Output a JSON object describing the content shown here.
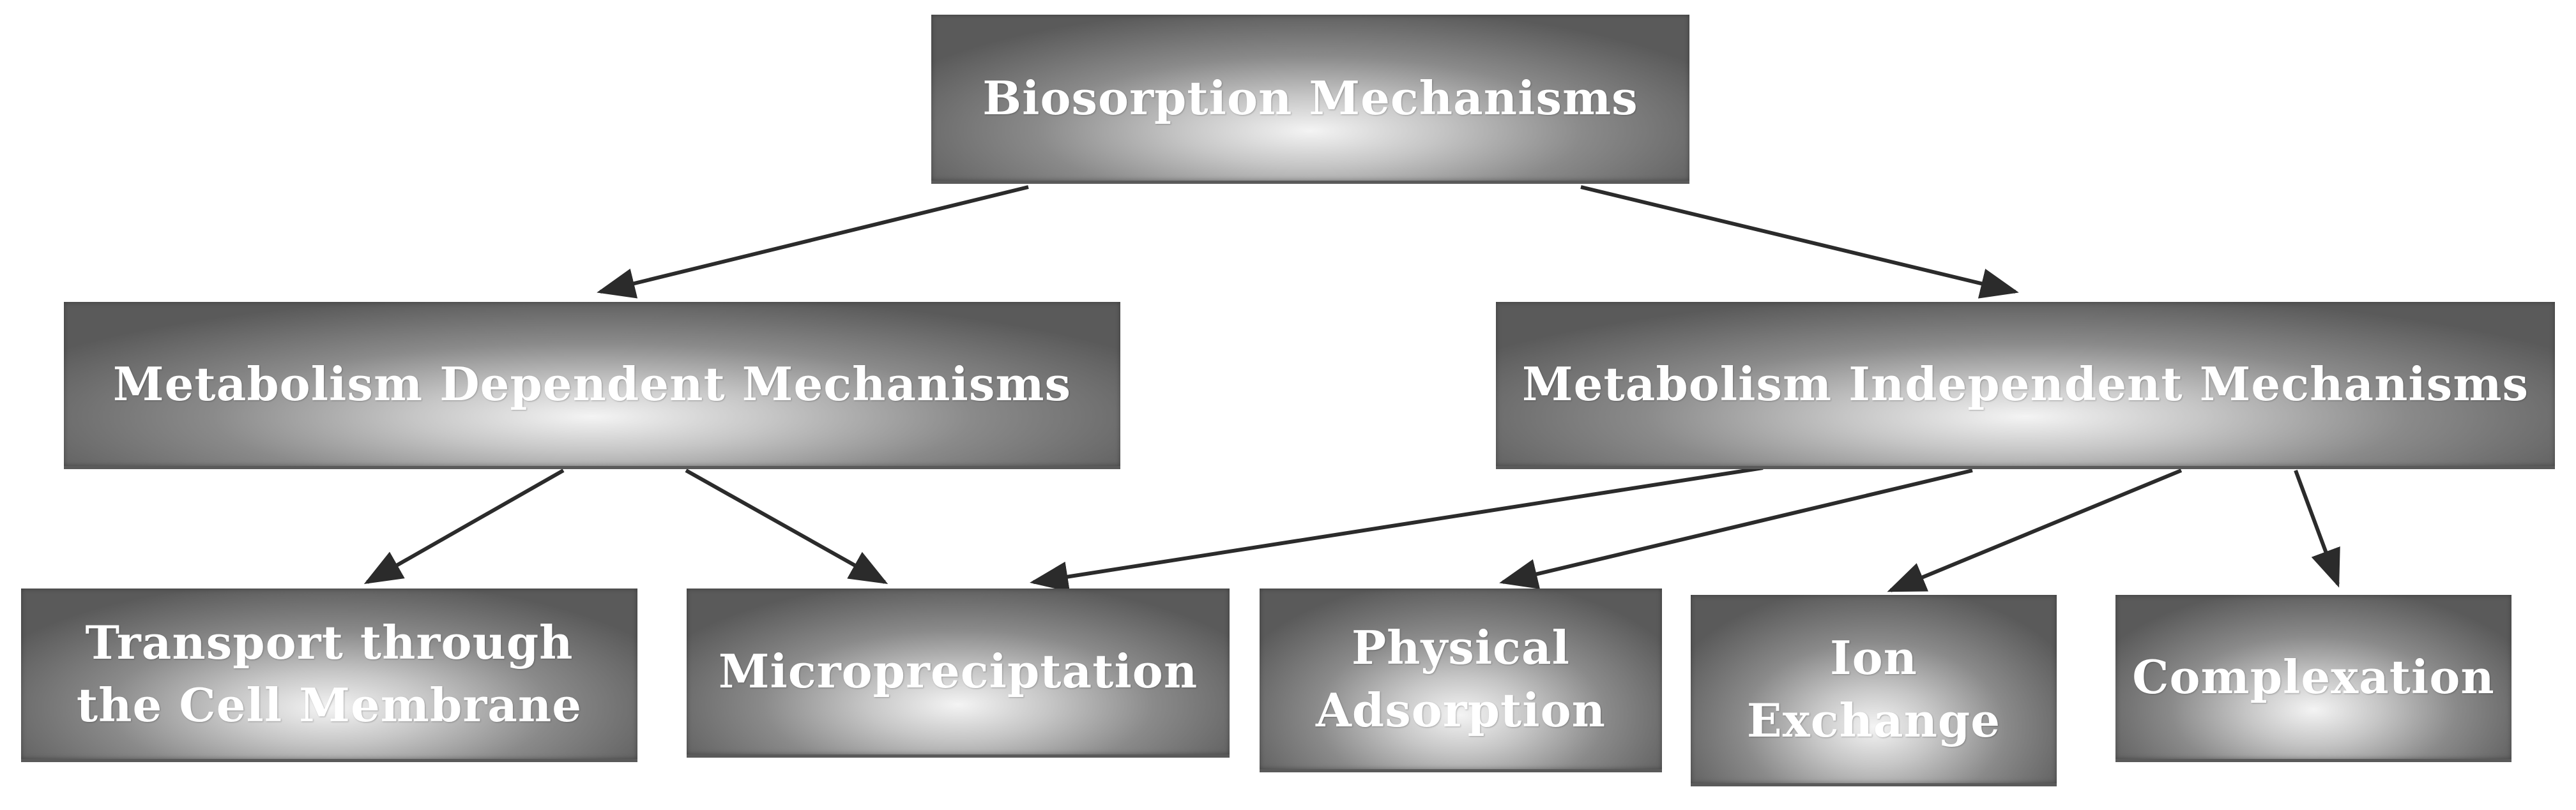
{
  "nodes": {
    "root": {
      "label": "Biosorption Mechanisms"
    },
    "dependent": {
      "label": "Metabolism Dependent Mechanisms"
    },
    "independent": {
      "label": "Metabolism Independent Mechanisms"
    },
    "transport": {
      "line1": "Transport through",
      "line2": "the Cell Membrane"
    },
    "microprecipitation": {
      "label": "Micropreciptation"
    },
    "physical_adsorption": {
      "line1": "Physical",
      "line2": "Adsorption"
    },
    "ion_exchange": {
      "line1": "Ion",
      "line2": "Exchange"
    },
    "complexation": {
      "label": "Complexation"
    }
  },
  "edges": [
    {
      "from": "root",
      "to": "dependent"
    },
    {
      "from": "root",
      "to": "independent"
    },
    {
      "from": "dependent",
      "to": "transport"
    },
    {
      "from": "dependent",
      "to": "microprecipitation"
    },
    {
      "from": "independent",
      "to": "microprecipitation"
    },
    {
      "from": "independent",
      "to": "physical_adsorption"
    },
    {
      "from": "independent",
      "to": "ion_exchange"
    },
    {
      "from": "independent",
      "to": "complexation"
    }
  ],
  "colors": {
    "box_dark": "#5a5a5a",
    "box_light": "#f4f4f4",
    "arrow": "#2b2b2b",
    "text": "#ffffff"
  }
}
